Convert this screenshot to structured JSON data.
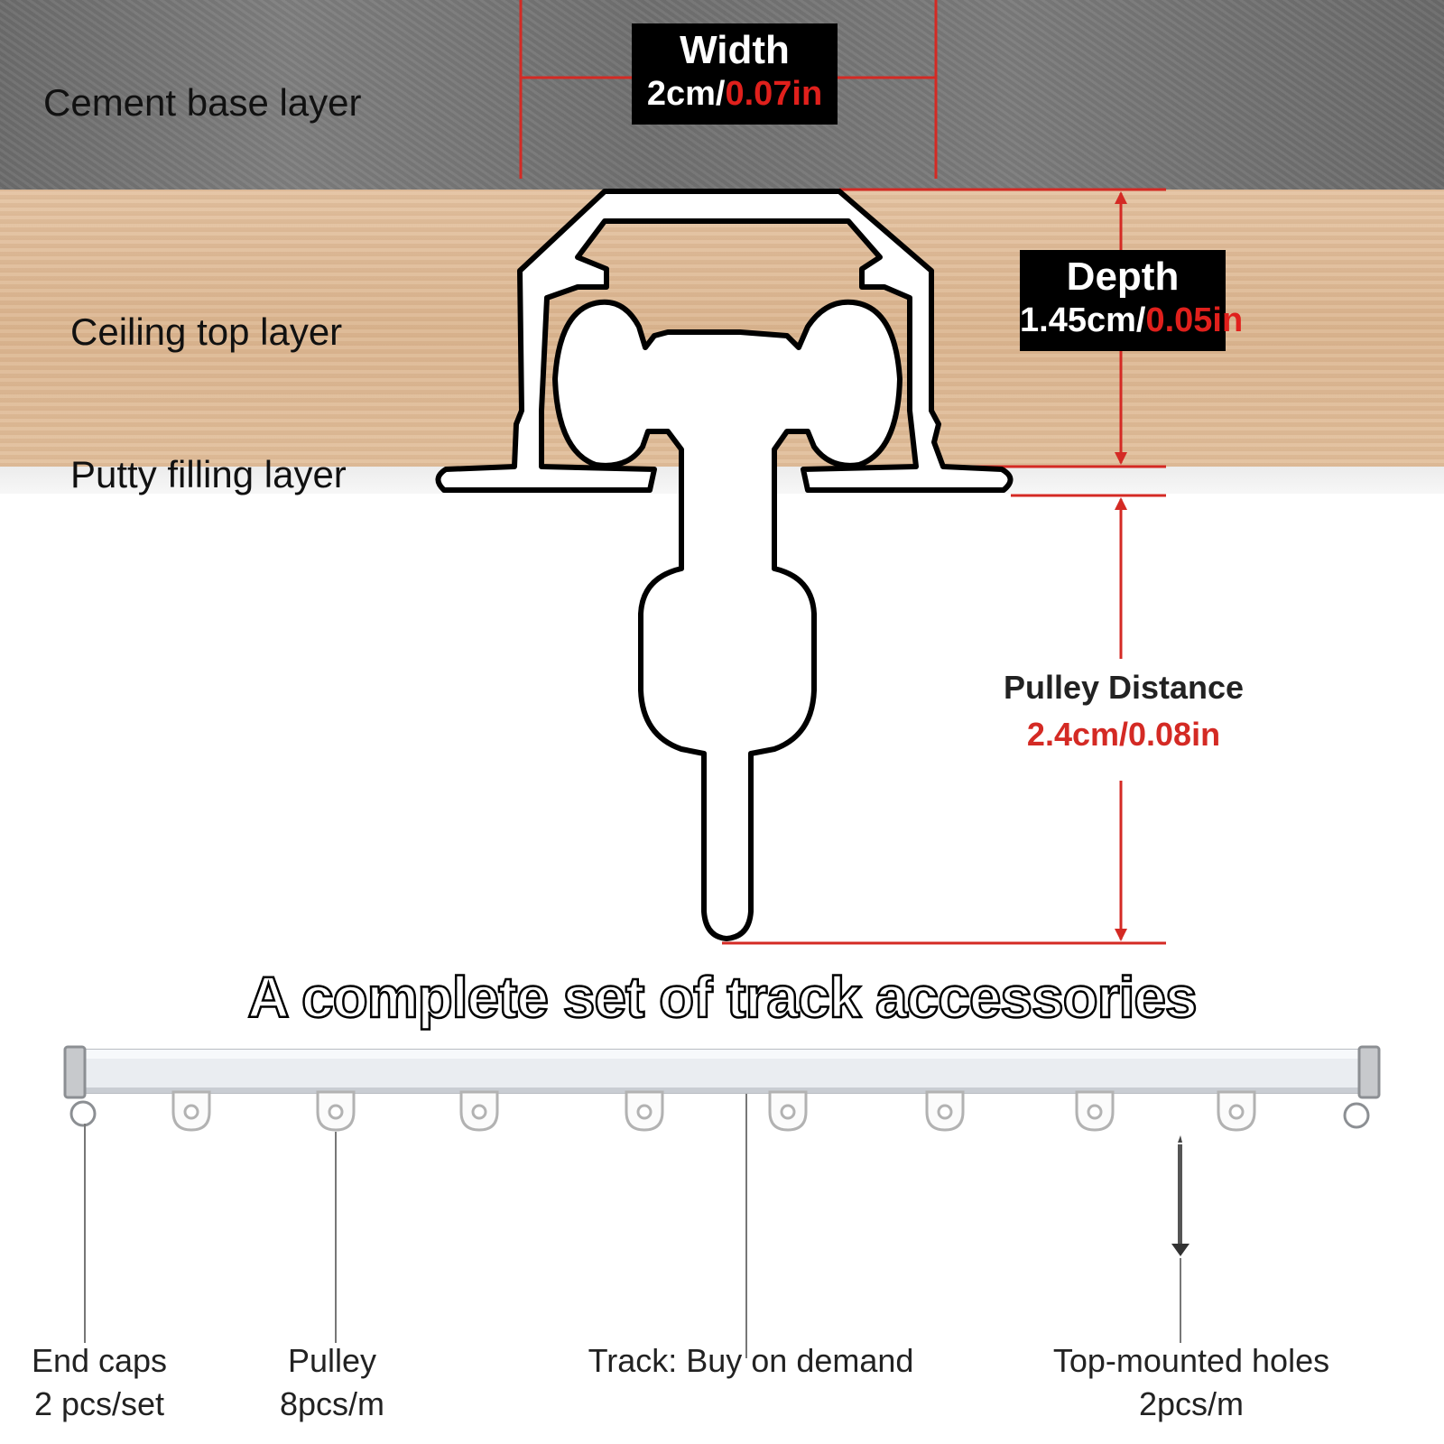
{
  "layers": {
    "cement": "Cement base layer",
    "ceiling": "Ceiling top layer",
    "putty": "Putty filling layer"
  },
  "width_dim": {
    "title": "Width",
    "value_cm": "2cm/",
    "value_in": "0.07in"
  },
  "depth_dim": {
    "title": "Depth",
    "value_cm": "1.45cm/",
    "value_in": "0.05in"
  },
  "pulley_distance": {
    "title": "Pulley Distance",
    "value": "2.4cm/0.08in"
  },
  "accessories_heading": "A complete set of track accessories",
  "accessories": [
    {
      "name": "End caps",
      "detail": "2 pcs/set"
    },
    {
      "name": "Pulley",
      "detail": "8pcs/m"
    },
    {
      "name": "Track: Buy on demand",
      "detail": ""
    },
    {
      "name": "Top-mounted holes",
      "detail": "2pcs/m"
    }
  ],
  "colors": {
    "dimension_line": "#d42a24",
    "highlight": "#e0201c",
    "label_box": "#000000"
  },
  "icons": [
    "track-profile-icon",
    "pulley-icon",
    "track-rail-icon",
    "end-cap-icon",
    "screw-icon"
  ]
}
